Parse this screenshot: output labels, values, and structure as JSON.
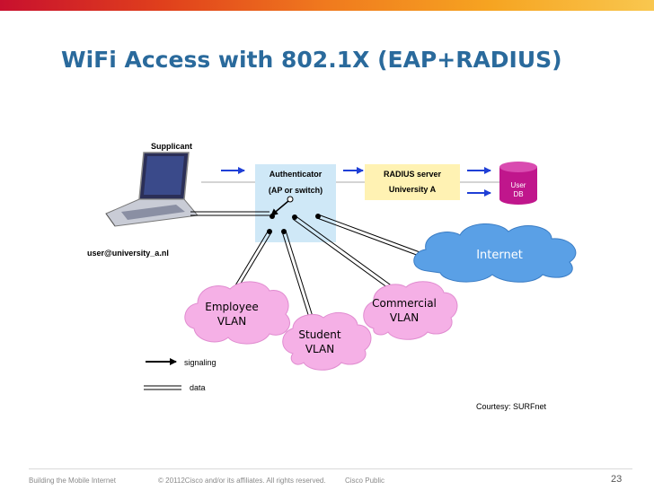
{
  "title": "WiFi Access with 802.1X (EAP+RADIUS)",
  "topbar_colors": [
    "#c8102e",
    "#e0401c",
    "#f07a1e",
    "#f6a421",
    "#f9c74f"
  ],
  "supplicant": {
    "label": "Supplicant",
    "user": "user@university_a.nl"
  },
  "authenticator": {
    "line1": "Authenticator",
    "line2": "(AP or switch)",
    "color": "#cfe8f7"
  },
  "radius": {
    "line1": "RADIUS server",
    "line2": "University A",
    "color": "#fff2b3"
  },
  "userdb": {
    "line1": "User",
    "line2": "DB",
    "color": "#c0168c"
  },
  "clouds": {
    "internet": {
      "label": "Internet",
      "color": "#5aa0e6"
    },
    "employee": {
      "line1": "Employee",
      "line2": "VLAN",
      "color": "#f5b0e6"
    },
    "student": {
      "line1": "Student",
      "line2": "VLAN",
      "color": "#f5b0e6"
    },
    "commercial": {
      "line1": "Commercial",
      "line2": "VLAN",
      "color": "#f5b0e6"
    }
  },
  "legend": {
    "signaling": "signaling",
    "data": "data"
  },
  "courtesy": "Courtesy: SURFnet",
  "footer": {
    "left": "Building the Mobile Internet",
    "copyright": "© 20112Cisco and/or its affiliates. All rights reserved.",
    "public": "Cisco Public",
    "page": "23"
  }
}
